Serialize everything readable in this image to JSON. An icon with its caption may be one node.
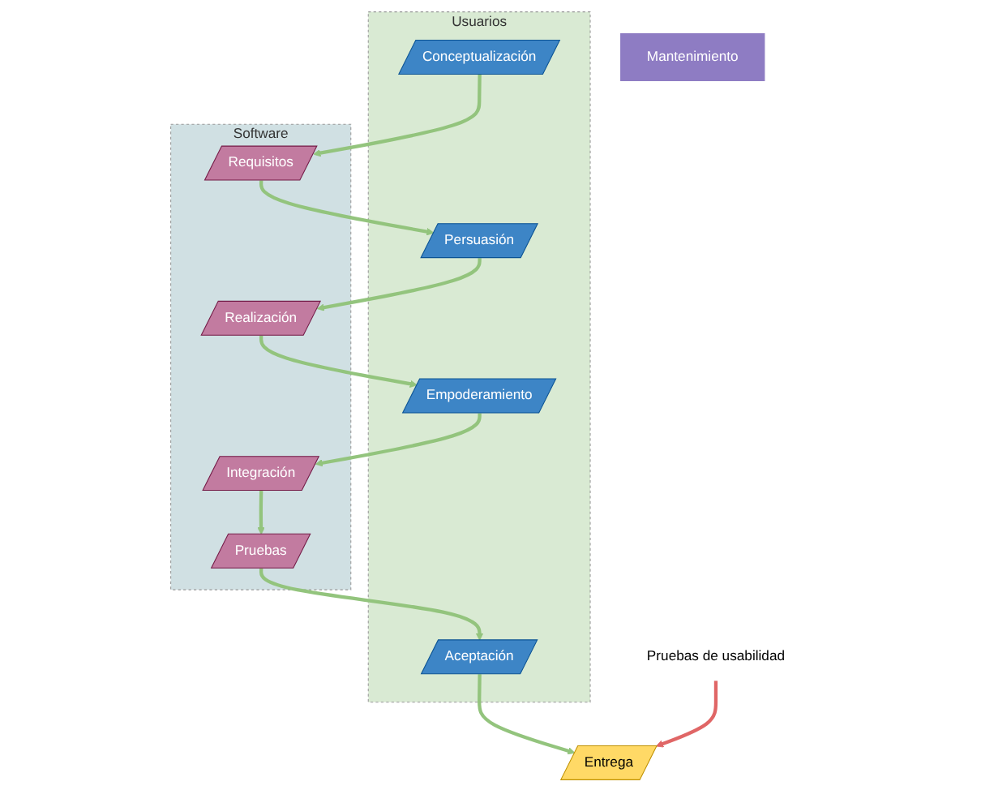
{
  "diagram": {
    "nodes": [
      {
        "text": [
          "Usuarios"
        ]
      },
      {
        "text": [
          "Conceptualización"
        ],
        "in": 0
      },
      {
        "text": [
          "Persuasión"
        ],
        "in": 0
      },
      {
        "text": [
          "Empoderamiento"
        ],
        "in": 0
      },
      {
        "text": [
          "Aceptación"
        ],
        "in": 0
      },
      {
        "text": [
          "Software"
        ]
      },
      {
        "text": [
          "Requisitos"
        ],
        "in": 5
      },
      {
        "text": [
          "Realización"
        ],
        "in": 5
      },
      {
        "text": [
          "Integración"
        ],
        "in": 5
      },
      {
        "text": [
          "Pruebas"
        ],
        "in": 5
      },
      {
        "text": [
          "Pruebas de usabilidad"
        ]
      },
      {
        "text": [
          "Entrega"
        ]
      },
      {
        "text": [
          "Mantenimiento"
        ]
      }
    ],
    "edges": [
      {
        "from": 1,
        "to": 6,
        "arrow": "to"
      },
      {
        "from": 6,
        "to": 2,
        "arrow": "to"
      },
      {
        "from": 2,
        "to": 7,
        "arrow": "to"
      },
      {
        "from": 7,
        "to": 3,
        "arrow": "to"
      },
      {
        "from": 3,
        "to": 8,
        "arrow": "to"
      },
      {
        "from": 8,
        "to": 9,
        "arrow": "to"
      },
      {
        "from": 9,
        "to": 4,
        "arrow": "to"
      },
      {
        "from": 4,
        "to": 11,
        "arrow": "to"
      },
      {
        "from": 10,
        "to": 11,
        "arrow": "to",
        "color": "#e06666"
      }
    ]
  }
}
